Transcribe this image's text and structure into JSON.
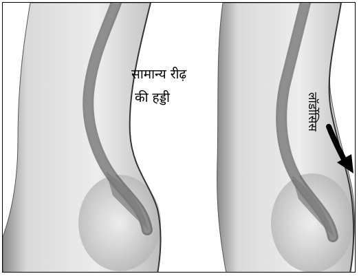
{
  "labels": {
    "normal_spine_line1": "सामान्य रीढ़",
    "normal_spine_line2": "की हड्डी",
    "lordosis": "लॉर्डोसिस"
  },
  "colors": {
    "skin_light": "#e9e9e9",
    "skin_shadow": "#b8b8b8",
    "bone": "#8f8f8f",
    "bone_dark": "#3a3a3a",
    "arrow": "#000000",
    "border": "#000000"
  },
  "icons": {
    "arrow": "down-arrow-icon"
  }
}
